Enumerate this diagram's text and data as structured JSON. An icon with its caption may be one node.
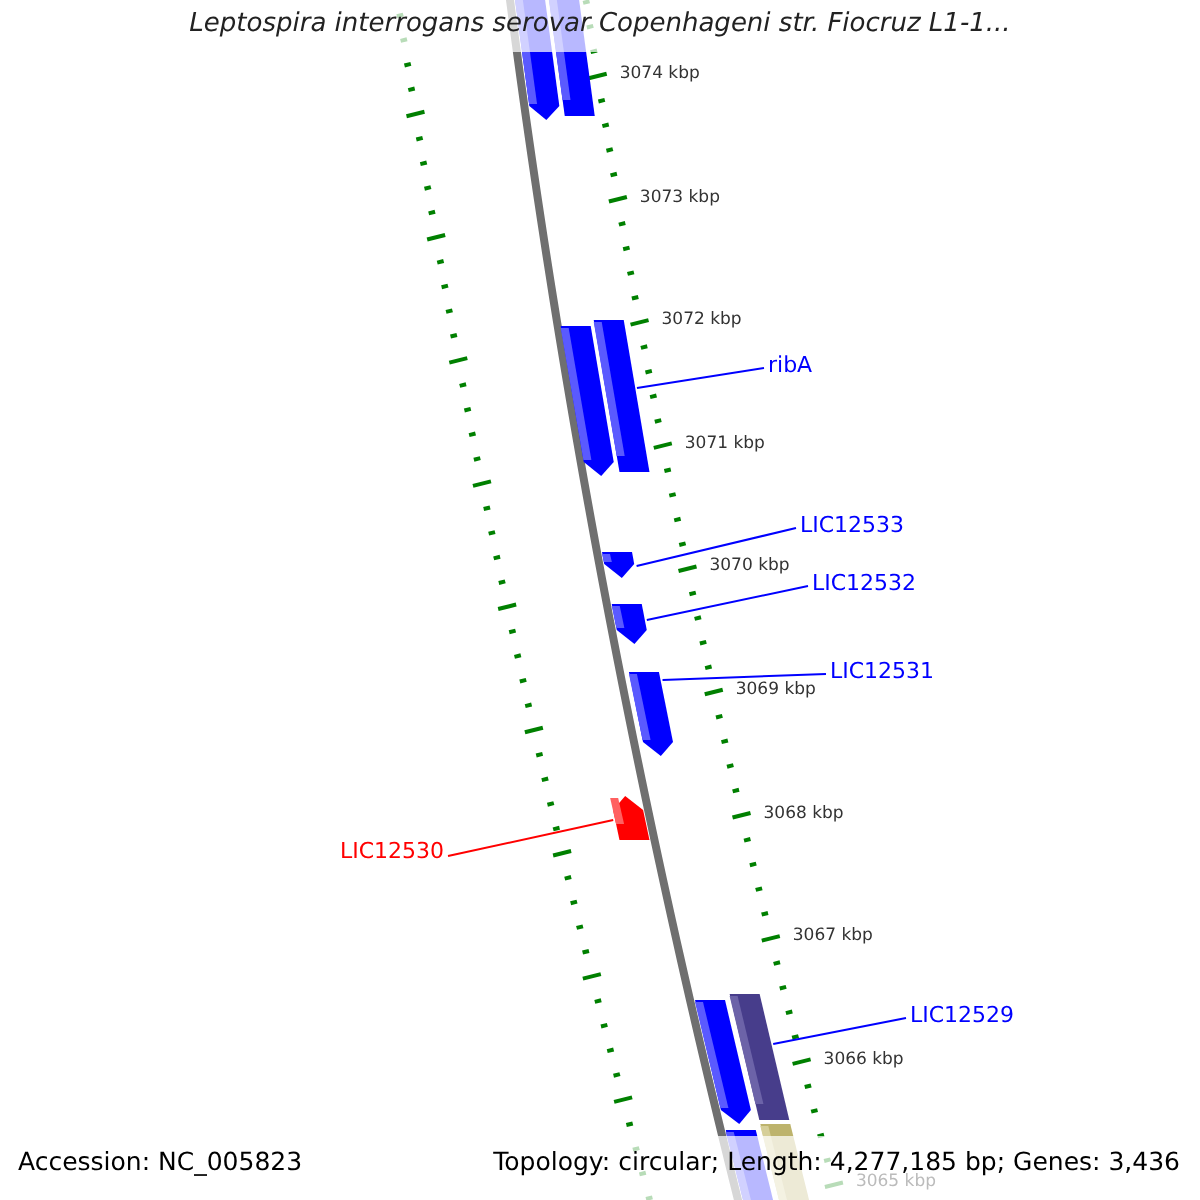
{
  "diagram": {
    "title": "Leptospira interrogans serovar Copenhageni str. Fiocruz L1-1...",
    "nodes": [
      {
        "text": [
          "ribA"
        ]
      },
      {
        "text": [
          "LIC12533"
        ]
      },
      {
        "text": [
          "LIC12532"
        ]
      },
      {
        "text": [
          "LIC12531"
        ]
      },
      {
        "text": [
          "LIC12530"
        ]
      },
      {
        "text": [
          "LIC12529"
        ]
      },
      {
        "text": [],
        "shape": "bar"
      },
      {
        "text": [],
        "shape": "bar"
      },
      {
        "text": [],
        "shape": "bar"
      },
      {
        "text": [],
        "shape": "bar"
      },
      {
        "text": [],
        "shape": "bar"
      },
      {
        "text": [],
        "shape": "bar"
      },
      {
        "text": [],
        "shape": "bar"
      },
      {
        "text": [],
        "shape": "bar"
      },
      {
        "text": [],
        "shape": "bar"
      },
      {
        "text": [],
        "shape": "bar"
      },
      {
        "text": [],
        "shape": "bar"
      },
      {
        "text": [],
        "shape": "bar"
      }
    ],
    "edges": [
      {
        "from": 0,
        "to": 9,
        "arrow": "none"
      },
      {
        "from": 1,
        "to": 10,
        "arrow": "none"
      },
      {
        "from": 2,
        "to": 11,
        "arrow": "none"
      },
      {
        "from": 3,
        "to": 12,
        "arrow": "none"
      },
      {
        "from": 4,
        "to": 13,
        "arrow": "none",
        "color": "#ff0000"
      },
      {
        "from": 5,
        "to": 15,
        "arrow": "none"
      }
    ],
    "labels": [
      "3074 kbp",
      "3073 kbp",
      "3072 kbp",
      "3071 kbp",
      "3070 kbp",
      "3069 kbp",
      "3068 kbp",
      "3067 kbp",
      "3066 kbp",
      "3065 kbp",
      "Accession: NC_005823",
      "Topology: circular; Length: 4,277,185 bp; Genes: 3,436"
    ]
  }
}
